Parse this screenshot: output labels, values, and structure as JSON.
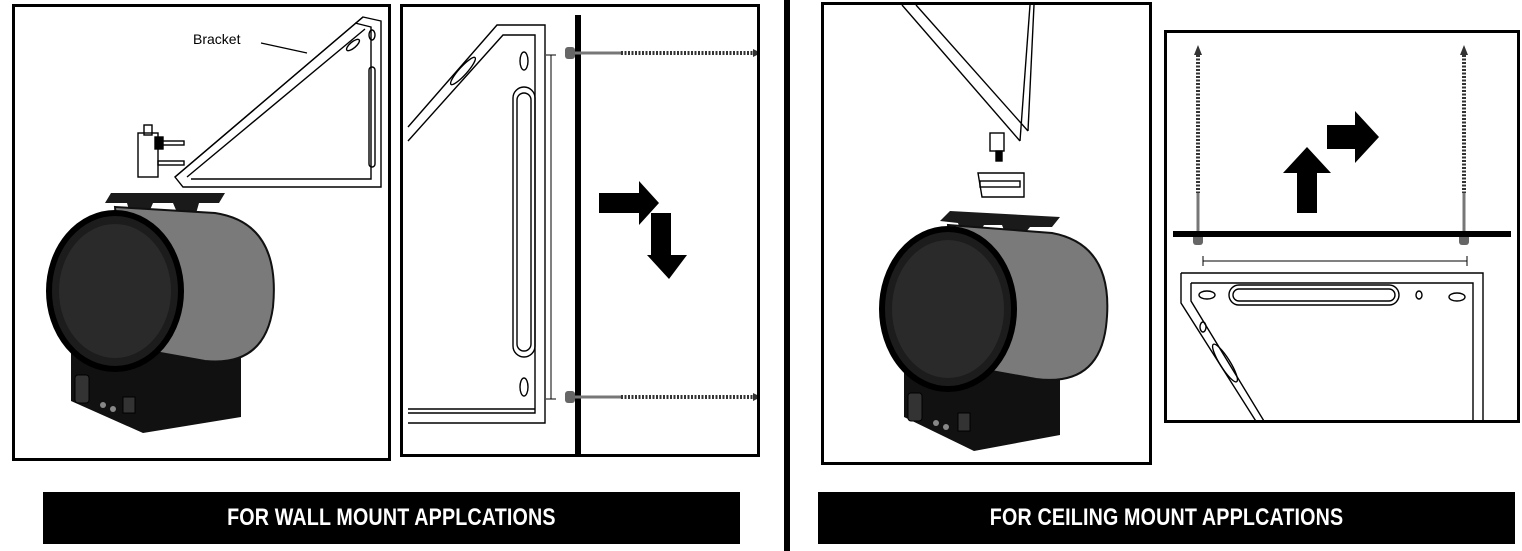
{
  "labels": {
    "bracket": "Bracket"
  },
  "banners": {
    "wall": "FOR WALL MOUNT APPLCATIONS",
    "ceiling": "FOR CEILING MOUNT APPLCATIONS"
  },
  "icons": {
    "wall_arrows": "arrow-right-then-down-icon",
    "ceiling_arrows": "arrow-up-then-right-icon"
  }
}
